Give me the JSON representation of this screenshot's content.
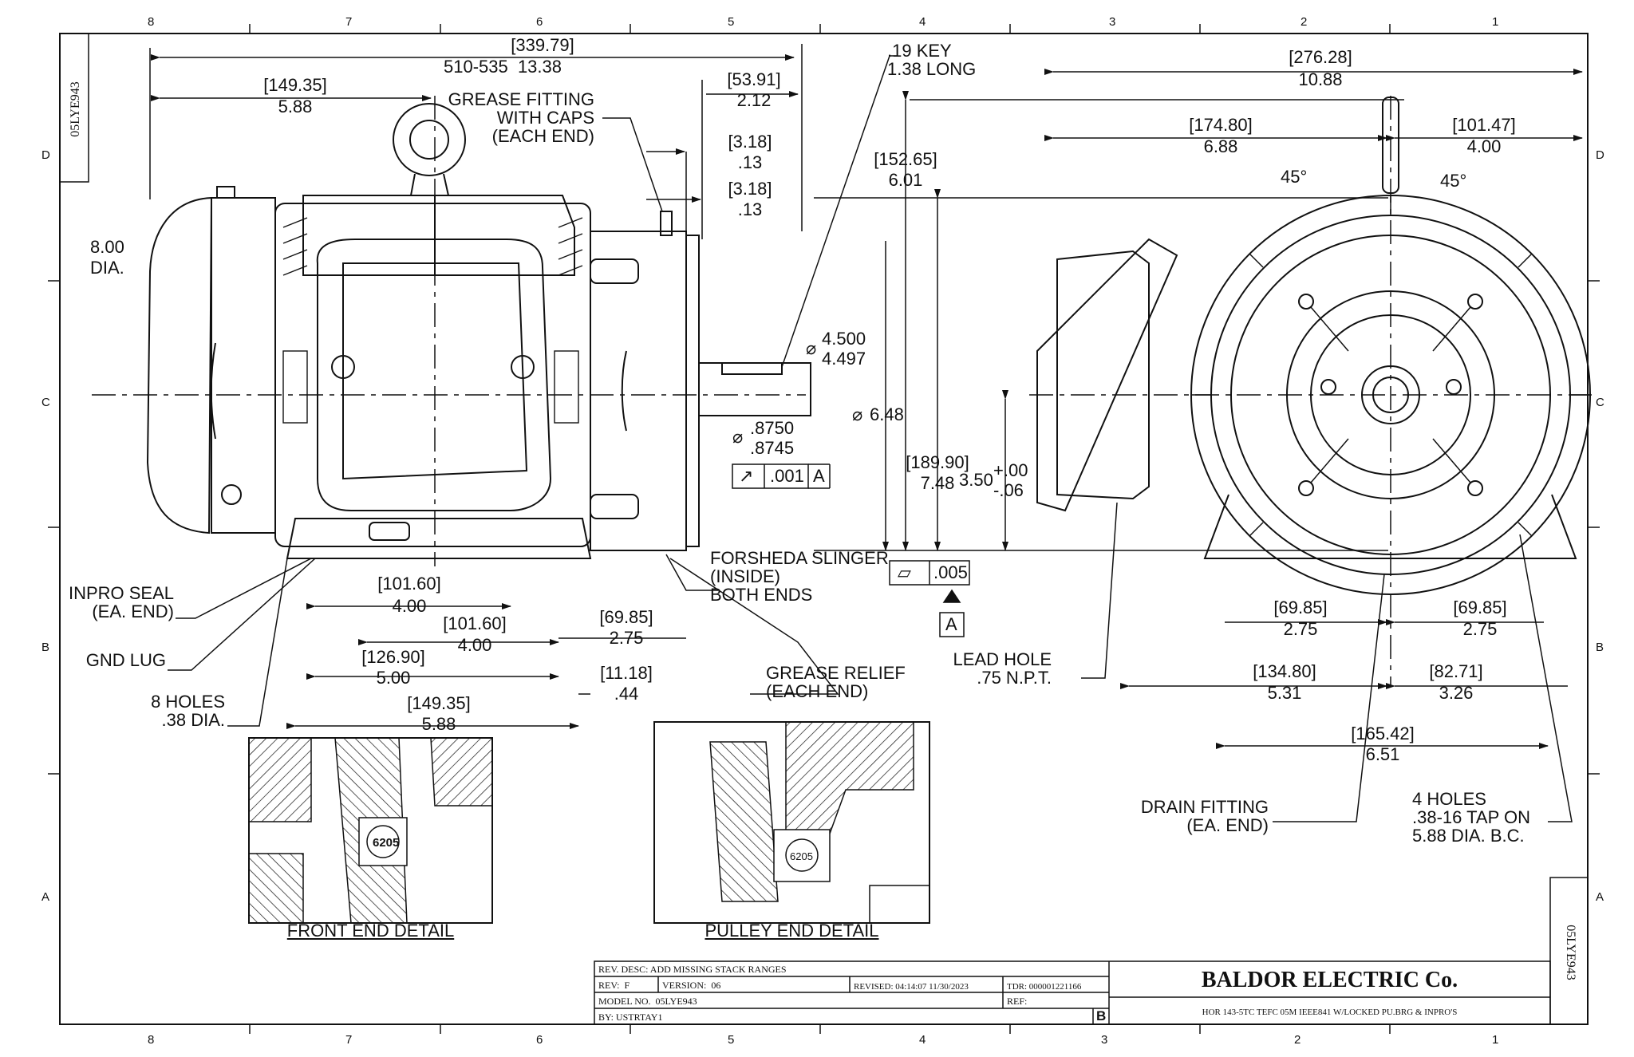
{
  "zones": {
    "columns": [
      "8",
      "7",
      "6",
      "5",
      "4",
      "3",
      "2",
      "1"
    ],
    "rows": [
      "D",
      "C",
      "B",
      "A"
    ]
  },
  "side_drawing_no": "05LYE943",
  "dims": {
    "overall": [
      "[339.79]",
      "510-535  13.38"
    ],
    "frame_end": [
      "[149.35]",
      "5.88"
    ],
    "shaft_ext": [
      "[53.91]",
      "2.12"
    ],
    "flange_a": [
      "[3.18]",
      ".13"
    ],
    "flange_b": [
      "[3.18]",
      ".13"
    ],
    "key": [
      ".19 KEY",
      "1.38 LONG"
    ],
    "grease_fitting": [
      "GREASE FITTING",
      "WITH CAPS",
      "(EACH END)"
    ],
    "fan_dia": [
      "8.00",
      "DIA."
    ],
    "shaft_top": [
      "[152.65]",
      "6.01"
    ],
    "shaft_dia": [
      "4.500",
      "4.497"
    ],
    "shaft_small": [
      ".8750",
      ".8745"
    ],
    "overall_dia": "6.48",
    "tol_frame": ".001",
    "tol_datum": "A",
    "shaft_height": [
      "[189.90]",
      "7.48"
    ],
    "center_height": "3.50",
    "center_tol": [
      "+.00",
      "-.06"
    ],
    "flatness": ".005",
    "datum_a": "A",
    "forsheda": [
      "FORSHEDA SLINGER",
      "(INSIDE)",
      "BOTH ENDS"
    ],
    "inpro": [
      "INPRO SEAL",
      "(EA. END)"
    ],
    "gnd_lug": "GND LUG",
    "holes8": [
      "8 HOLES",
      ".38 DIA."
    ],
    "foot_a": [
      "[101.60]",
      "4.00"
    ],
    "foot_b": [
      "[101.60]",
      "4.00"
    ],
    "foot_c": [
      "[126.90]",
      "5.00"
    ],
    "foot_d": [
      "[149.35]",
      "5.88"
    ],
    "foot_e": [
      "[69.85]",
      "2.75"
    ],
    "foot_f": [
      "[11.18]",
      ".44"
    ],
    "grease_relief": [
      "GREASE RELIEF",
      "(EACH END)"
    ],
    "end_width": [
      "[276.28]",
      "10.88"
    ],
    "end_left": [
      "[174.80]",
      "6.88"
    ],
    "end_right": [
      "[101.47]",
      "4.00"
    ],
    "angle_l": "45°",
    "angle_r": "45°",
    "lead_hole": [
      "LEAD HOLE",
      ".75 N.P.T."
    ],
    "end_foot_l": [
      "[69.85]",
      "2.75"
    ],
    "end_foot_r": [
      "[69.85]",
      "2.75"
    ],
    "end_c1": [
      "[134.80]",
      "5.31"
    ],
    "end_c2": [
      "[82.71]",
      "3.26"
    ],
    "end_c3": [
      "[165.42]",
      "6.51"
    ],
    "drain": [
      "DRAIN FITTING",
      "(EA. END)"
    ],
    "holes4": [
      "4 HOLES",
      ".38-16 TAP ON",
      "5.88 DIA. B.C."
    ]
  },
  "details": {
    "front": "FRONT END DETAIL",
    "pulley": "PULLEY END DETAIL",
    "bearing": "6205"
  },
  "title_block": {
    "rev_desc": "REV. DESC: ADD MISSING STACK RANGES",
    "rev": "REV:  F",
    "version": "VERSION:  06",
    "revised": "REVISED: 04:14:07 11/30/2023",
    "tdr": "TDR: 000001221166",
    "model": "MODEL NO.  05LYE943",
    "ref": "REF:",
    "by": "BY: USTRTAY1",
    "size": "B",
    "company": "BALDOR ELECTRIC Co.",
    "description": "HOR 143-5TC TEFC 05M IEEE841 W/LOCKED PU.BRG & INPRO'S",
    "dwg_no": "05LYE943"
  },
  "colors": {
    "ink": "#111111",
    "paper": "#ffffff"
  }
}
